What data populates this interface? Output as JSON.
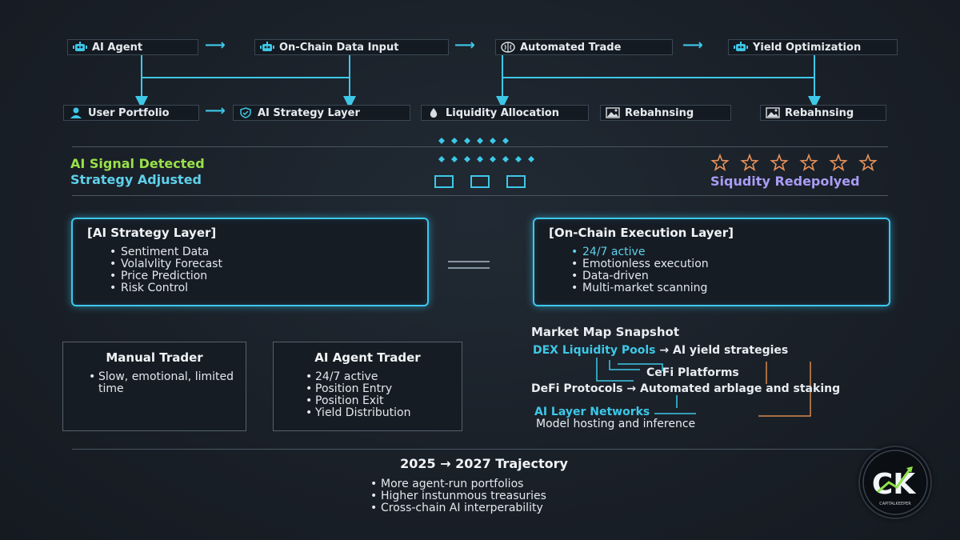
{
  "flow_top": [
    {
      "label": "AI Agent",
      "icon": "robot-icon"
    },
    {
      "label": "On-Chain Data Input",
      "icon": "robot-icon"
    },
    {
      "label": "Automated Trade",
      "icon": "brain-icon"
    },
    {
      "label": "Yield Optimization",
      "icon": "robot-icon"
    }
  ],
  "flow_bottom": [
    {
      "label": "User Portfolio",
      "icon": "user-icon"
    },
    {
      "label": "AI Strategy Layer",
      "icon": "shield-icon"
    },
    {
      "label": "Liquidity Allocation",
      "icon": "drop-icon"
    },
    {
      "label": "Rebahnsing",
      "icon": "image-icon"
    },
    {
      "label": "Rebahnsing",
      "icon": "image-icon"
    }
  ],
  "signals": {
    "left_line1": "AI Signal Detected",
    "left_line2": "Strategy Adjusted",
    "right_line": "Siqudity Redepolyed",
    "star_count": 6
  },
  "colors": {
    "cyan": "#3ec8e8",
    "green": "#9be04a",
    "teal": "#5fd0ea",
    "lavender": "#a99cf5",
    "star": "#e8925a",
    "panel_border": "#3cc8f0",
    "orange_line": "#d9874a"
  },
  "ai_strategy_panel": {
    "title": "[AI Strategy Layer]",
    "items": [
      "Sentiment Data",
      "Volalvlity Forecast",
      "Price Prediction",
      "Risk Control"
    ]
  },
  "onchain_panel": {
    "title": "[On-Chain Execution Layer]",
    "items": [
      "24/7 active",
      "Emotionless execution",
      "Data-driven",
      "Multi-market scanning"
    ]
  },
  "manual_trader": {
    "title": "Manual Trader",
    "items": [
      "Slow, emotional, limited time"
    ]
  },
  "ai_agent_trader": {
    "title": "AI Agent Trader",
    "items": [
      "24/7 active",
      "Position Entry",
      "Position Exit",
      "Yield Distribution"
    ]
  },
  "market_map": {
    "title": "Market Map Snapshot",
    "dex_label": "DEX Liquidity Pools",
    "dex_target": "→ AI yield strategies",
    "cefi": "CeFi Platforms",
    "defi_label": "DeFi Protocols",
    "defi_target": "→ Automated arblage and staking",
    "ai_layer": "AI Layer Networks",
    "ai_layer_sub": "Model hosting and inference"
  },
  "trajectory": {
    "title": "2025 → 2027 Trajectory",
    "items": [
      "More agent-run portfolios",
      "Higher instunmous treasuries",
      "Cross-chain AI interperability"
    ]
  },
  "logo": {
    "letters": "CK",
    "caption": "CAPITALKEEPER"
  }
}
